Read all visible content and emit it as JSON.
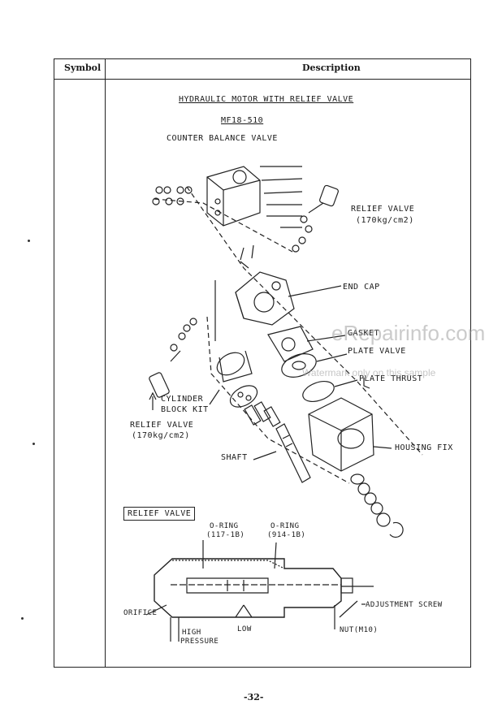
{
  "table": {
    "symbol_header": "Symbol",
    "description_header": "Description"
  },
  "headings": {
    "title": "HYDRAULIC MOTOR WITH RELIEF VALVE",
    "model": "MF18-510",
    "subtitle": "COUNTER BALANCE VALVE"
  },
  "labels": {
    "relief_valve_top": "RELIEF VALVE",
    "relief_valve_top_value": "(170kg/cm2)",
    "end_cap": "END CAP",
    "gasket": "GASKET",
    "plate_valve": "PLATE VALVE",
    "plate_thrust": "PLATE THRUST",
    "cylinder_block_kit_1": "CYLINDER",
    "cylinder_block_kit_2": "BLOCK KIT",
    "relief_valve_left": "RELIEF VALVE",
    "relief_valve_left_value": "(170kg/cm2)",
    "shaft": "SHAFT",
    "housing_fix": "HOUSING FIX"
  },
  "section": {
    "relief_valve_box": "RELIEF VALVE",
    "o_ring_1": "O-RING",
    "o_ring_1_code": "(117-1B)",
    "o_ring_2": "O-RING",
    "o_ring_2_code": "(914-1B)",
    "orifice": "ORIFICE",
    "high_pressure_1": "HIGH",
    "high_pressure_2": "PRESSURE",
    "low": "LOW",
    "adjustment_screw": "ADJUSTMENT SCREW",
    "nut": "NUT(M10)"
  },
  "watermark": {
    "brand": "eRepairinfo.com",
    "note": "Watermark only on this sample"
  },
  "page_number": "-32-"
}
